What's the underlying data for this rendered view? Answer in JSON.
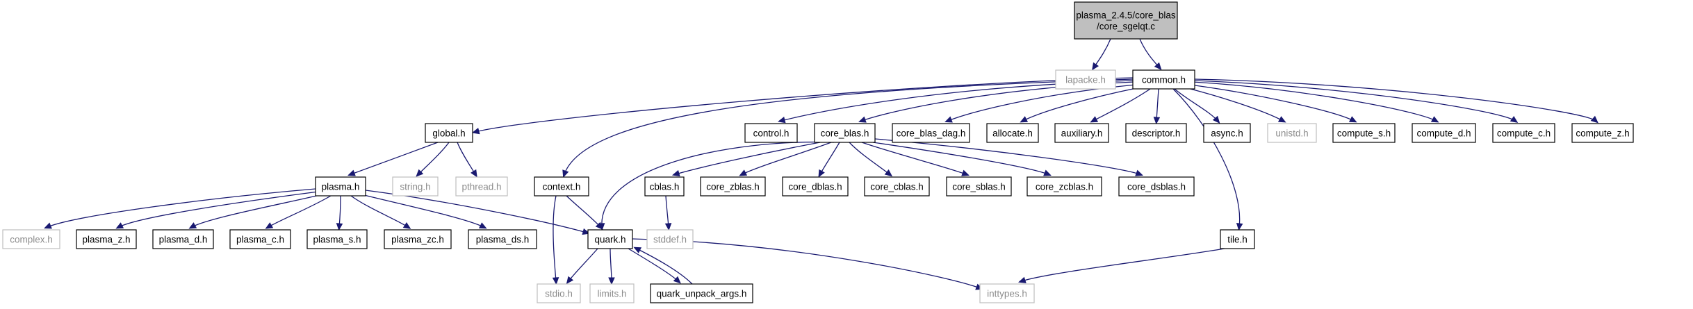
{
  "nodes": [
    {
      "id": "root",
      "kind": "root",
      "lines": [
        "plasma_2.4.5/core_blas",
        "/core_sgelqt.c"
      ]
    },
    {
      "id": "lapacke",
      "kind": "ext",
      "lines": [
        "lapacke.h"
      ]
    },
    {
      "id": "common",
      "kind": "normal",
      "lines": [
        "common.h"
      ]
    },
    {
      "id": "global",
      "kind": "normal",
      "lines": [
        "global.h"
      ]
    },
    {
      "id": "context",
      "kind": "normal",
      "lines": [
        "context.h"
      ]
    },
    {
      "id": "control",
      "kind": "normal",
      "lines": [
        "control.h"
      ]
    },
    {
      "id": "core_blas",
      "kind": "normal",
      "lines": [
        "core_blas.h"
      ]
    },
    {
      "id": "core_blas_dag",
      "kind": "normal",
      "lines": [
        "core_blas_dag.h"
      ]
    },
    {
      "id": "allocate",
      "kind": "normal",
      "lines": [
        "allocate.h"
      ]
    },
    {
      "id": "auxiliary",
      "kind": "normal",
      "lines": [
        "auxiliary.h"
      ]
    },
    {
      "id": "descriptor",
      "kind": "normal",
      "lines": [
        "descriptor.h"
      ]
    },
    {
      "id": "async",
      "kind": "normal",
      "lines": [
        "async.h"
      ]
    },
    {
      "id": "unistd",
      "kind": "ext",
      "lines": [
        "unistd.h"
      ]
    },
    {
      "id": "compute_s",
      "kind": "normal",
      "lines": [
        "compute_s.h"
      ]
    },
    {
      "id": "compute_d",
      "kind": "normal",
      "lines": [
        "compute_d.h"
      ]
    },
    {
      "id": "compute_c",
      "kind": "normal",
      "lines": [
        "compute_c.h"
      ]
    },
    {
      "id": "compute_z",
      "kind": "normal",
      "lines": [
        "compute_z.h"
      ]
    },
    {
      "id": "plasma",
      "kind": "normal",
      "lines": [
        "plasma.h"
      ]
    },
    {
      "id": "string",
      "kind": "ext",
      "lines": [
        "string.h"
      ]
    },
    {
      "id": "pthread",
      "kind": "ext",
      "lines": [
        "pthread.h"
      ]
    },
    {
      "id": "cblas",
      "kind": "normal",
      "lines": [
        "cblas.h"
      ]
    },
    {
      "id": "core_zblas",
      "kind": "normal",
      "lines": [
        "core_zblas.h"
      ]
    },
    {
      "id": "core_dblas",
      "kind": "normal",
      "lines": [
        "core_dblas.h"
      ]
    },
    {
      "id": "core_cblas",
      "kind": "normal",
      "lines": [
        "core_cblas.h"
      ]
    },
    {
      "id": "core_sblas",
      "kind": "normal",
      "lines": [
        "core_sblas.h"
      ]
    },
    {
      "id": "core_zcblas",
      "kind": "normal",
      "lines": [
        "core_zcblas.h"
      ]
    },
    {
      "id": "core_dsblas",
      "kind": "normal",
      "lines": [
        "core_dsblas.h"
      ]
    },
    {
      "id": "complex",
      "kind": "ext",
      "lines": [
        "complex.h"
      ]
    },
    {
      "id": "plasma_z",
      "kind": "normal",
      "lines": [
        "plasma_z.h"
      ]
    },
    {
      "id": "plasma_d",
      "kind": "normal",
      "lines": [
        "plasma_d.h"
      ]
    },
    {
      "id": "plasma_c",
      "kind": "normal",
      "lines": [
        "plasma_c.h"
      ]
    },
    {
      "id": "plasma_s",
      "kind": "normal",
      "lines": [
        "plasma_s.h"
      ]
    },
    {
      "id": "plasma_zc",
      "kind": "normal",
      "lines": [
        "plasma_zc.h"
      ]
    },
    {
      "id": "plasma_ds",
      "kind": "normal",
      "lines": [
        "plasma_ds.h"
      ]
    },
    {
      "id": "quark",
      "kind": "normal",
      "lines": [
        "quark.h"
      ]
    },
    {
      "id": "stddef",
      "kind": "ext",
      "lines": [
        "stddef.h"
      ]
    },
    {
      "id": "tile",
      "kind": "normal",
      "lines": [
        "tile.h"
      ]
    },
    {
      "id": "stdio",
      "kind": "ext",
      "lines": [
        "stdio.h"
      ]
    },
    {
      "id": "limits",
      "kind": "ext",
      "lines": [
        "limits.h"
      ]
    },
    {
      "id": "quark_unpack_args",
      "kind": "normal",
      "lines": [
        "quark_unpack_args.h"
      ]
    },
    {
      "id": "inttypes",
      "kind": "ext",
      "lines": [
        "inttypes.h"
      ]
    }
  ],
  "edges": [
    [
      "root",
      "lapacke"
    ],
    [
      "root",
      "common"
    ],
    [
      "common",
      "global"
    ],
    [
      "common",
      "context"
    ],
    [
      "common",
      "control"
    ],
    [
      "common",
      "core_blas"
    ],
    [
      "common",
      "core_blas_dag"
    ],
    [
      "common",
      "allocate"
    ],
    [
      "common",
      "auxiliary"
    ],
    [
      "common",
      "descriptor"
    ],
    [
      "common",
      "async"
    ],
    [
      "common",
      "unistd"
    ],
    [
      "common",
      "compute_s"
    ],
    [
      "common",
      "compute_d"
    ],
    [
      "common",
      "compute_c"
    ],
    [
      "common",
      "compute_z"
    ],
    [
      "common",
      "tile"
    ],
    [
      "global",
      "plasma"
    ],
    [
      "global",
      "string"
    ],
    [
      "global",
      "pthread"
    ],
    [
      "plasma",
      "complex"
    ],
    [
      "plasma",
      "plasma_z"
    ],
    [
      "plasma",
      "plasma_d"
    ],
    [
      "plasma",
      "plasma_c"
    ],
    [
      "plasma",
      "plasma_s"
    ],
    [
      "plasma",
      "plasma_zc"
    ],
    [
      "plasma",
      "plasma_ds"
    ],
    [
      "plasma",
      "quark"
    ],
    [
      "context",
      "quark"
    ],
    [
      "context",
      "stdio"
    ],
    [
      "core_blas",
      "cblas"
    ],
    [
      "core_blas",
      "core_zblas"
    ],
    [
      "core_blas",
      "core_dblas"
    ],
    [
      "core_blas",
      "core_cblas"
    ],
    [
      "core_blas",
      "core_sblas"
    ],
    [
      "core_blas",
      "core_zcblas"
    ],
    [
      "core_blas",
      "core_dsblas"
    ],
    [
      "core_blas",
      "quark"
    ],
    [
      "cblas",
      "stddef"
    ],
    [
      "quark",
      "stdio"
    ],
    [
      "quark",
      "limits"
    ],
    [
      "quark",
      "quark_unpack_args"
    ],
    [
      "quark",
      "inttypes"
    ],
    [
      "quark_unpack_args",
      "quark"
    ],
    [
      "tile",
      "inttypes"
    ]
  ],
  "colors": {
    "root_fill": "#bfbfbf",
    "edge": "#191970",
    "external_border": "#bfbfbf",
    "external_text": "#8c8c8c"
  }
}
